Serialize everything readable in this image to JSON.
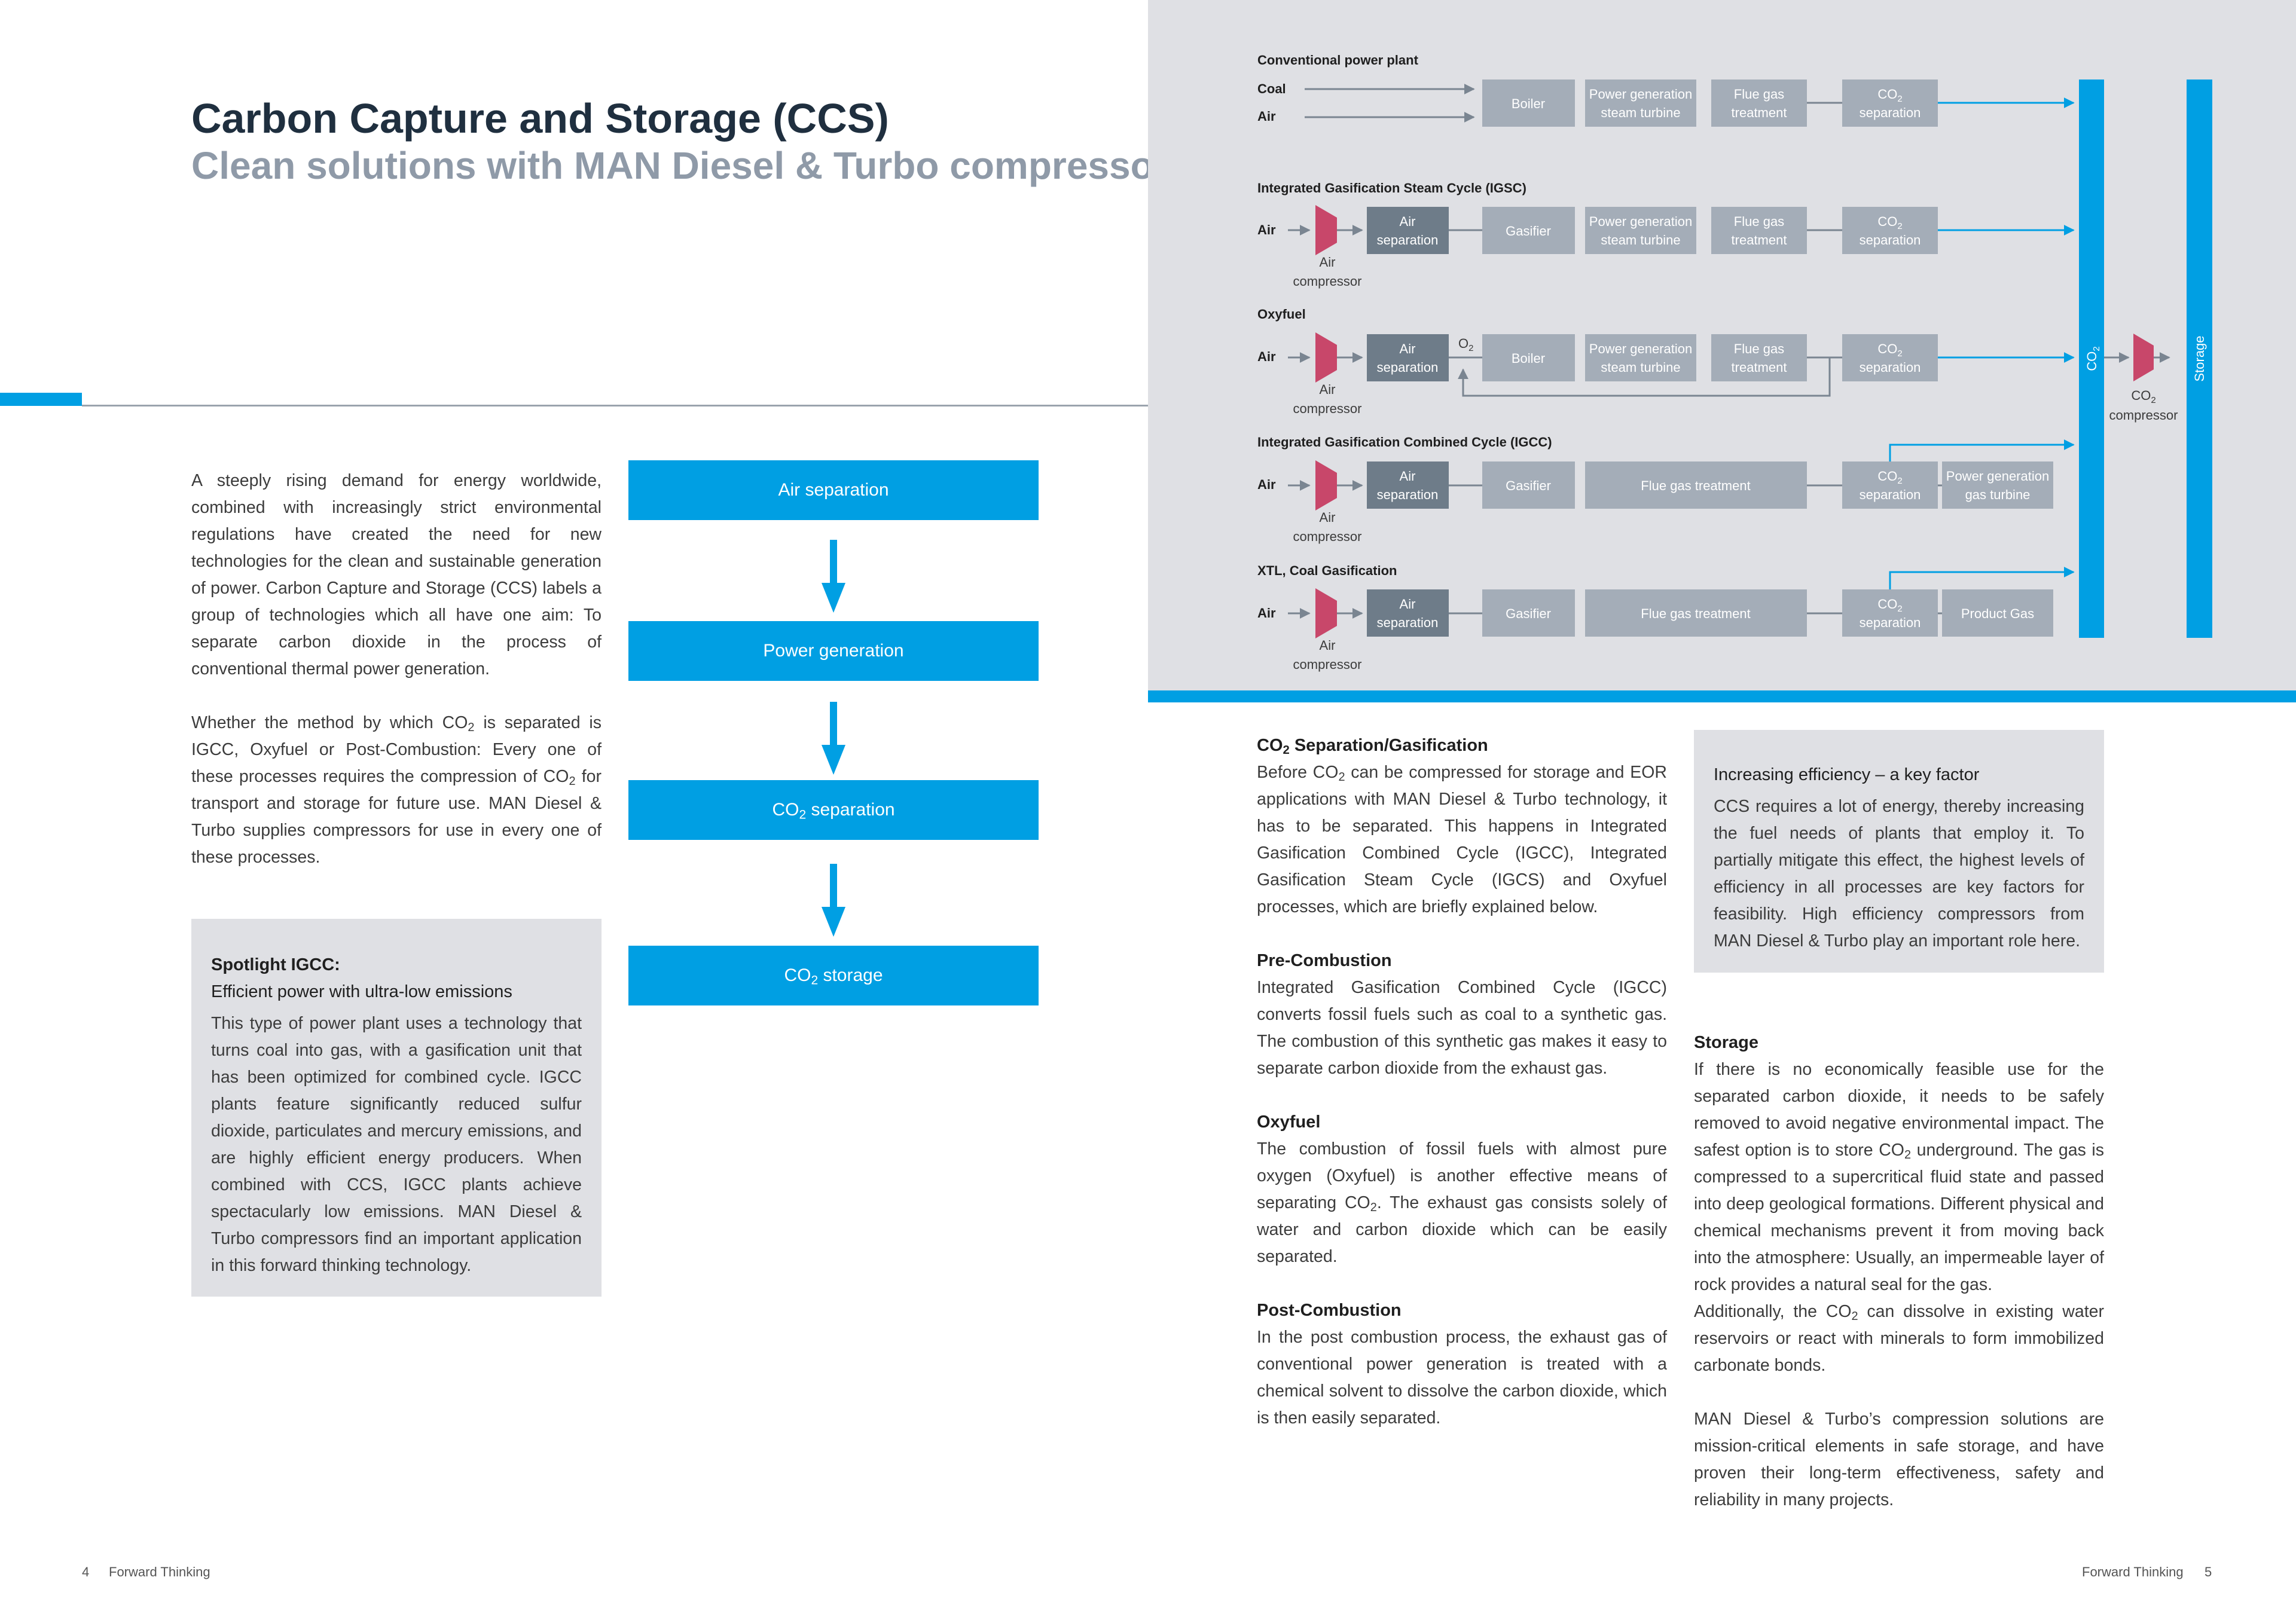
{
  "left_page": {
    "title": "Carbon Capture and Storage (CCS)",
    "subtitle": "Clean solutions with MAN Diesel & Turbo compressors",
    "intro_p1": "A steeply rising demand for energy worldwide, combined with increasingly strict environmental regulations have created the need for new technologies for the clean and sustainable generation of power. Carbon Capture and Storage (CCS) labels a group of technologies which all have one aim: To separate carbon dioxide in the process of conventional thermal power generation.",
    "intro_p2_a": "Whether the method by which CO",
    "intro_p2_b": "2",
    "intro_p2_c": " is separated is IGCC, Oxyfuel or Post-Combustion: Every one of these processes requires the compression of CO",
    "intro_p2_d": "2",
    "intro_p2_e": " for transport and storage for future use. MAN Diesel & Turbo supplies compressors for use in every one of these processes.",
    "flow": {
      "step1": "Air separation",
      "step2": "Power generation",
      "step3_a": "CO",
      "step3_b": "2",
      "step3_c": " separation",
      "step4_a": "CO",
      "step4_b": "2",
      "step4_c": " storage"
    },
    "spotlight": {
      "heading1": "Spotlight IGCC:",
      "heading2": "Efficient power with ultra-low emissions",
      "text": "This type of power plant uses a technology that turns coal into gas, with a gasification unit that has been optimized for combined cycle. IGCC plants feature significantly reduced sulfur dioxide, particulates and mercury emissions, and are highly efficient energy producers. When combined with CCS, IGCC plants achieve spectacularly low emissions. MAN Diesel & Turbo compressors find an important application in this forward thinking technology."
    },
    "footer_page": "4",
    "footer_label": "Forward Thinking"
  },
  "diagram": {
    "conventional": {
      "title": "Conventional power plant",
      "in1": "Coal",
      "in2": "Air",
      "boiler": "Boiler",
      "pg1": "Power generation",
      "pg2": "steam turbine",
      "fg1": "Flue gas",
      "fg2": "treatment",
      "co2a": "CO",
      "co2b": "2",
      "co2c": "separation"
    },
    "igsc": {
      "title": "Integrated Gasification Steam Cycle (IGSC)",
      "air": "Air",
      "as1": "Air",
      "as2": "separation",
      "gasifier": "Gasifier",
      "pg1": "Power generation",
      "pg2": "steam turbine",
      "fg1": "Flue gas",
      "fg2": "treatment",
      "co2a": "CO",
      "co2b": "2",
      "co2c": "separation",
      "comp1": "Air",
      "comp2": "compressor"
    },
    "oxyfuel": {
      "title": "Oxyfuel",
      "air": "Air",
      "as1": "Air",
      "as2": "separation",
      "o2a": "O",
      "o2b": "2",
      "boiler": "Boiler",
      "pg1": "Power generation",
      "pg2": "steam turbine",
      "fg1": "Flue gas",
      "fg2": "treatment",
      "co2a": "CO",
      "co2b": "2",
      "co2c": "separation",
      "comp1": "Air",
      "comp2": "compressor"
    },
    "igcc": {
      "title": "Integrated Gasification Combined Cycle (IGCC)",
      "air": "Air",
      "as1": "Air",
      "as2": "separation",
      "gasifier": "Gasifier",
      "fgt": "Flue gas treatment",
      "co2a": "CO",
      "co2b": "2",
      "co2c": "separation",
      "pg1": "Power generation",
      "pg2": "gas turbine",
      "comp1": "Air",
      "comp2": "compressor"
    },
    "xtl": {
      "title": "XTL, Coal Gasification",
      "air": "Air",
      "as1": "Air",
      "as2": "separation",
      "gasifier": "Gasifier",
      "fgt": "Flue gas treatment",
      "co2a": "CO",
      "co2b": "2",
      "co2c": "separation",
      "product": "Product Gas",
      "comp1": "Air",
      "comp2": "compressor"
    },
    "co2_bar_a": "CO",
    "co2_bar_b": "2",
    "co2_comp_a": "CO",
    "co2_comp_b": "2",
    "co2_comp_c": "compressor",
    "storage": "Storage",
    "colors": {
      "blue": "#009fe3",
      "box": "#a4adb8",
      "dark_box": "#6e7c89",
      "compressor": "#c8476a"
    }
  },
  "right_page": {
    "sep_heading_a": "CO",
    "sep_heading_b": "2",
    "sep_heading_c": " Separation/Gasification",
    "sep_text_a": "Before CO",
    "sep_text_b": "2",
    "sep_text_c": " can be compressed for storage and EOR applications with MAN Diesel & Turbo technology, it has to be separated. This happens in Integrated Gasification Combined Cycle (IGCC), Integrated Gasification Steam Cycle (IGCS) and Oxyfuel processes, which are briefly explained below.",
    "pre_heading": "Pre-Combustion",
    "pre_text": "Integrated Gasification Combined Cycle (IGCC) converts fossil fuels such as coal to a synthetic gas. The combustion of this synthetic gas makes it easy to separate carbon dioxide from the exhaust gas.",
    "oxy_heading": "Oxyfuel",
    "oxy_text_a": "The combustion of fossil fuels with almost pure oxygen (Oxyfuel) is another effective means of separating CO",
    "oxy_text_b": "2",
    "oxy_text_c": ". The exhaust gas consists solely of water and carbon dioxide which can be easily separated.",
    "post_heading": "Post-Combustion",
    "post_text": "In the post combustion process, the exhaust gas of conventional power generation is treated with a chemical solvent to dissolve the carbon dioxide, which is then easily separated.",
    "eff_heading": "Increasing efficiency – a key factor",
    "eff_text": "CCS requires a lot of energy, thereby increasing the fuel needs of plants that employ it. To partially mitigate this effect, the highest levels of efficiency in all processes are key factors for feasibility. High efficiency compressors from MAN Diesel & Turbo play an important role here.",
    "storage_heading": "Storage",
    "storage_text1_a": "If there is no economically feasible use for the separated carbon dioxide, it needs to be safely removed to avoid negative environmental impact. The safest option is to store CO",
    "storage_text1_b": "2",
    "storage_text1_c": " underground. The gas is compressed to a supercritical fluid state and passed into deep geological formations. Different physical and chemical mechanisms prevent it from moving back into the atmosphere: Usually, an impermeable layer of rock provides a natural seal for the gas.",
    "storage_text2_a": "Additionally, the CO",
    "storage_text2_b": "2",
    "storage_text2_c": " can dissolve in existing water reservoirs or react with minerals to form immobilized carbonate bonds.",
    "storage_text3": "MAN Diesel & Turbo’s compression solutions are mission-critical elements in safe storage, and have proven their long-term effectiveness, safety and reliability in many projects.",
    "footer_label": "Forward Thinking",
    "footer_page": "5"
  }
}
